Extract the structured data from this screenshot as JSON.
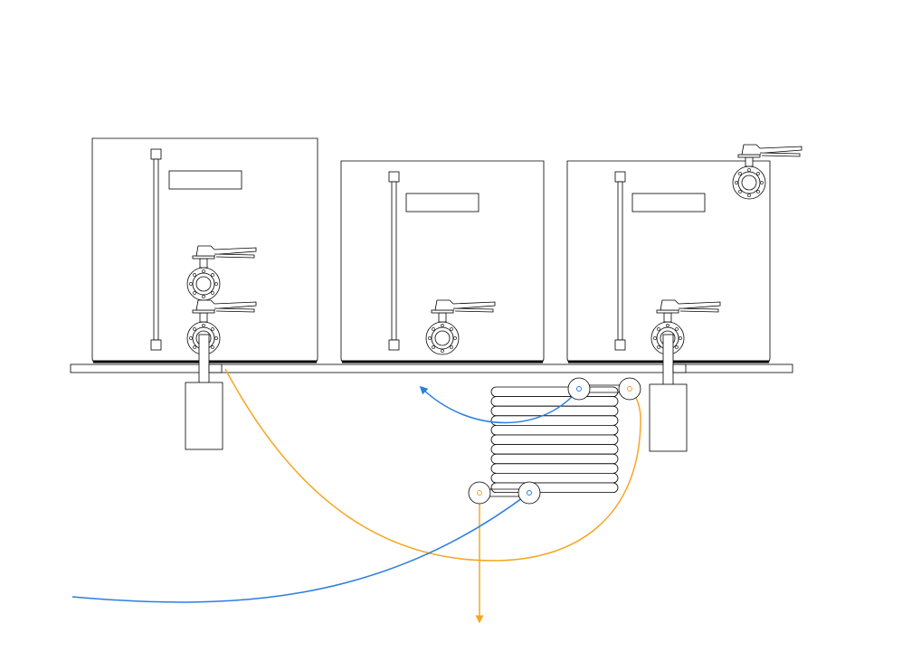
{
  "diagram": {
    "type": "brewing-equipment-schematic",
    "tanks": [
      {
        "name": "tank-1",
        "valves": 2,
        "has_sight_glass": true,
        "has_label_plate": true,
        "has_pump": true
      },
      {
        "name": "tank-2",
        "valves": 1,
        "has_sight_glass": true,
        "has_label_plate": true,
        "has_pump": false
      },
      {
        "name": "tank-3",
        "valves": 2,
        "has_sight_glass": true,
        "has_label_plate": true,
        "has_pump": true
      }
    ],
    "labels": {
      "tank_1_plate": "",
      "tank_2_plate": "",
      "tank_3_plate": ""
    },
    "colors": {
      "outline": "#000000",
      "hot_line": "#f5a623",
      "cold_line": "#2a7de1",
      "background": "#ffffff"
    },
    "components": [
      "stand",
      "tanks",
      "sight-glasses",
      "butterfly-valves",
      "pumps",
      "counterflow-chiller"
    ],
    "flows": [
      {
        "name": "wort-to-chiller",
        "color": "hot_line"
      },
      {
        "name": "chiller-to-fermenter",
        "color": "hot_line"
      },
      {
        "name": "cold-water-in",
        "color": "cold_line"
      },
      {
        "name": "cold-water-out",
        "color": "cold_line"
      }
    ]
  }
}
